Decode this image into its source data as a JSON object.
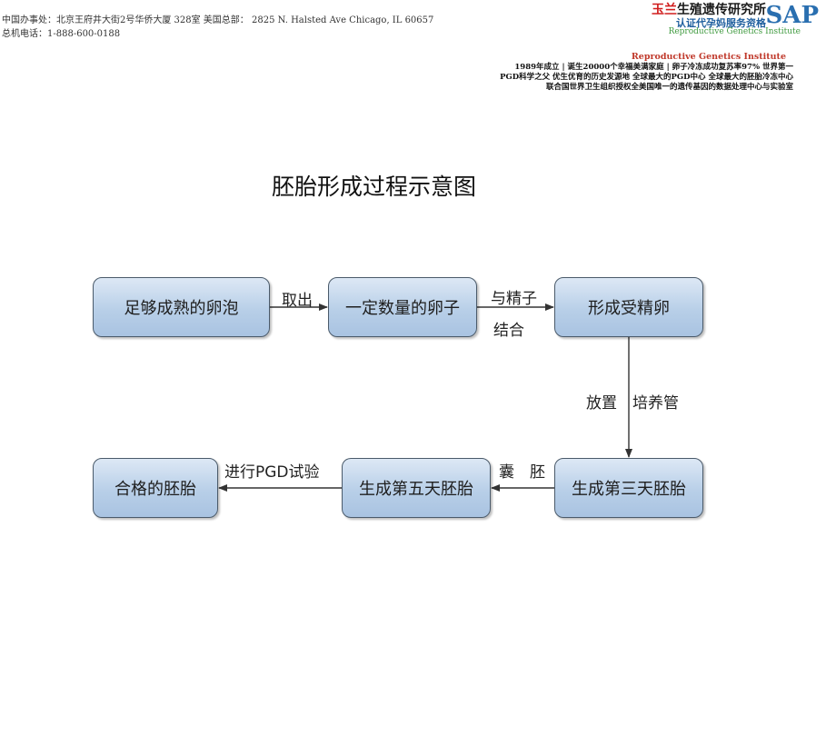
{
  "header": {
    "address_line": "中国办事处：北京王府井大街2号华侨大厦 328室   美国总部：  2825 N. Halsted Ave Chicago, IL 60657",
    "phone_line": "总机电话：1-888-600-0188"
  },
  "logo": {
    "cn_name_red": "玉兰",
    "cn_name_rest": "生殖遗传研究所",
    "cn_sub": "认证代孕妈服务资格",
    "en_sub": "Reproductive Genetics Institute",
    "mark": "SAP"
  },
  "institute": {
    "name_en": "Reproductive Genetics Institute",
    "claims": [
      "1989年成立 | 诞生20000个幸福美满家庭 | 卵子冷冻成功复苏率97%  世界第一",
      "PGD科学之父  优生优育的历史发源地  全球最大的PGD中心  全球最大的胚胎冷冻中心",
      "联合国世界卫生组织授权全美国唯一的遗传基因的数据处理中心与实验室"
    ]
  },
  "diagram": {
    "title": "胚胎形成过程示意图",
    "nodes": {
      "n1": "足够成熟的卵泡",
      "n2": "一定数量的卵子",
      "n3": "形成受精卵",
      "n4": "生成第三天胚胎",
      "n5": "生成第五天胚胎",
      "n6": "合格的胚胎"
    },
    "edge_labels": {
      "e1": "取出",
      "e2_a": "与精子",
      "e2_b": "结合",
      "e3_a": "放置",
      "e3_b": "培养管",
      "e4_a": "囊",
      "e4_b": "胚",
      "e5": "进行PGD试验"
    },
    "colors": {
      "node_fill_top": "#dde8f5",
      "node_fill_bottom": "#a9c3e1",
      "node_border": "#4a5a6a",
      "arrow": "#333333"
    }
  }
}
